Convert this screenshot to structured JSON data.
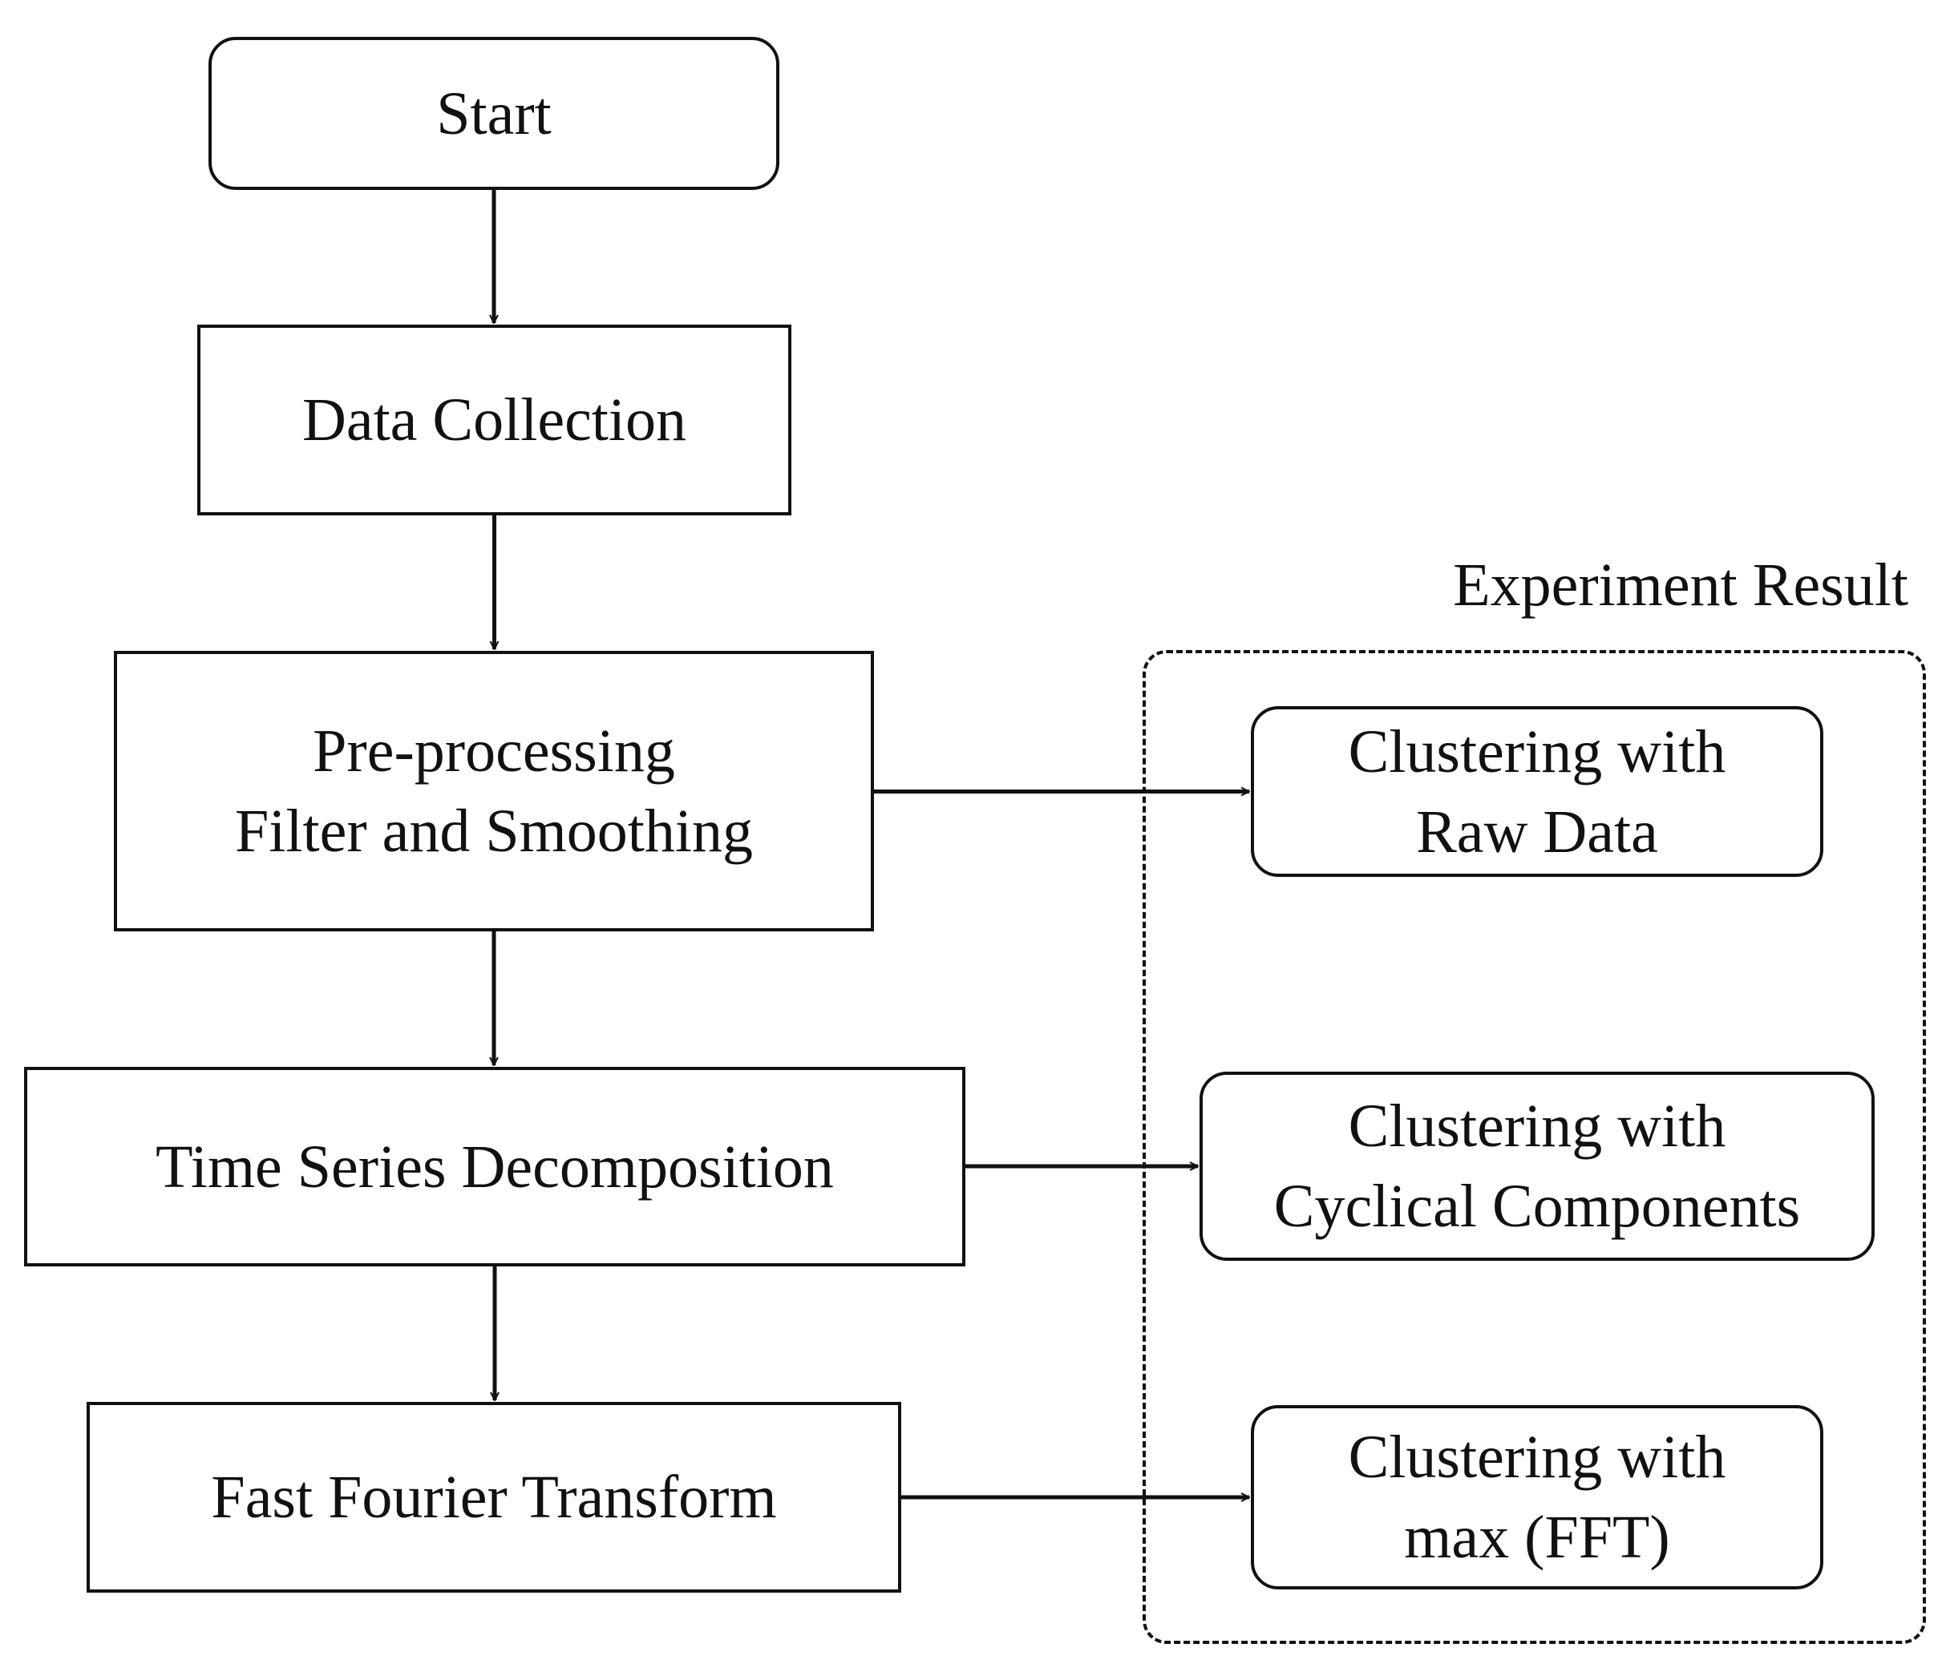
{
  "diagram": {
    "group": {
      "title": "Experiment Result"
    },
    "nodes": {
      "start": {
        "lines": [
          "Start"
        ]
      },
      "data_collection": {
        "lines": [
          "Data Collection"
        ]
      },
      "preprocessing": {
        "lines": [
          "Pre-processing",
          "Filter and Smoothing"
        ]
      },
      "decomposition": {
        "lines": [
          "Time Series Decomposition"
        ]
      },
      "fft": {
        "lines": [
          "Fast Fourier Transform"
        ]
      },
      "raw": {
        "lines": [
          "Clustering with",
          "Raw Data"
        ]
      },
      "cyclical": {
        "lines": [
          "Clustering with",
          "Cyclical Components"
        ]
      },
      "max_fft": {
        "lines": [
          "Clustering with",
          "max (FFT)"
        ]
      }
    },
    "edges": [
      {
        "from": "start",
        "to": "data_collection"
      },
      {
        "from": "data_collection",
        "to": "preprocessing"
      },
      {
        "from": "preprocessing",
        "to": "decomposition"
      },
      {
        "from": "decomposition",
        "to": "fft"
      },
      {
        "from": "preprocessing",
        "to": "raw"
      },
      {
        "from": "decomposition",
        "to": "cyclical"
      },
      {
        "from": "fft",
        "to": "max_fft"
      }
    ],
    "line_color": "#111111"
  }
}
